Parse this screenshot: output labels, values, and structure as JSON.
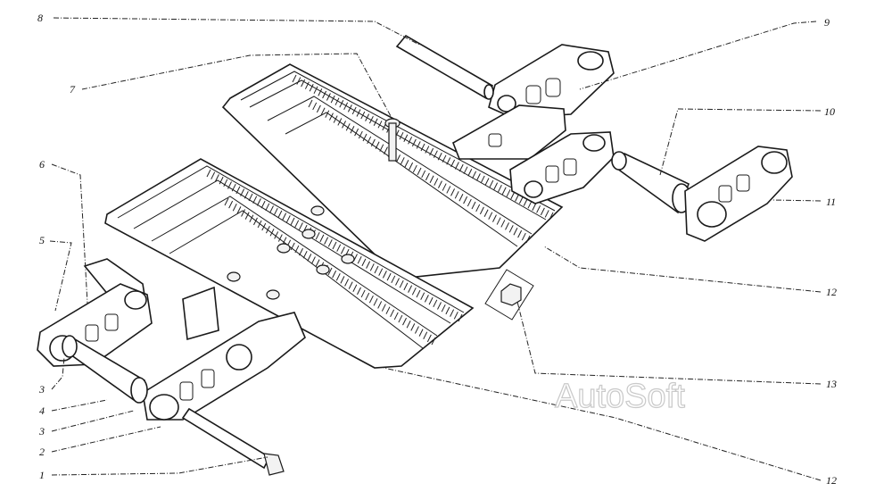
{
  "watermark": "AutoSoft",
  "callouts": [
    {
      "id": "c8",
      "label": "8"
    },
    {
      "id": "c9",
      "label": "9"
    },
    {
      "id": "c7",
      "label": "7"
    },
    {
      "id": "c10",
      "label": "10"
    },
    {
      "id": "c6",
      "label": "6"
    },
    {
      "id": "c11",
      "label": "11"
    },
    {
      "id": "c5",
      "label": "5"
    },
    {
      "id": "c12a",
      "label": "12"
    },
    {
      "id": "c13",
      "label": "13"
    },
    {
      "id": "c3a",
      "label": "3"
    },
    {
      "id": "c4",
      "label": "4"
    },
    {
      "id": "c3b",
      "label": "3"
    },
    {
      "id": "c2",
      "label": "2"
    },
    {
      "id": "c1",
      "label": "1"
    },
    {
      "id": "c12b",
      "label": "12"
    }
  ]
}
